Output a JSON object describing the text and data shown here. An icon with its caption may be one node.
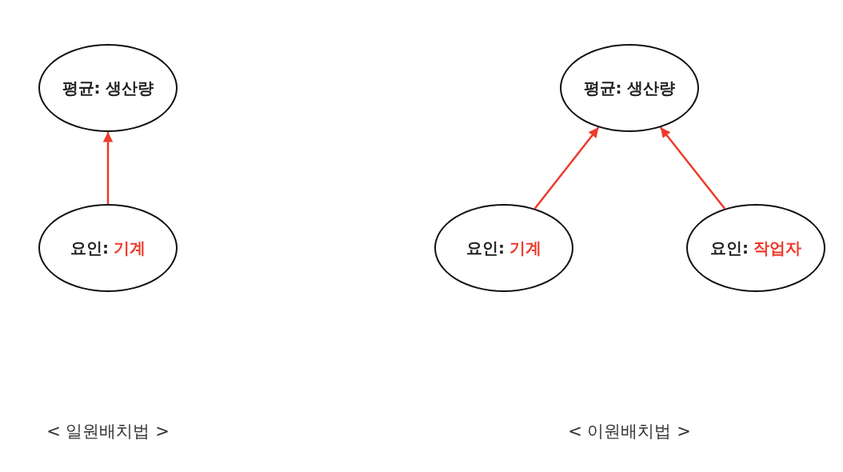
{
  "diagram": {
    "nodes": [
      {
        "text": [
          "평균: 생산량"
        ]
      },
      {
        "text": [
          "요인:",
          "기계"
        ]
      },
      {
        "text": [
          "평균: 생산량"
        ]
      },
      {
        "text": [
          "요인:",
          "기계"
        ]
      },
      {
        "text": [
          "요인:",
          "작업자"
        ]
      }
    ],
    "edges": [
      {
        "from": 1,
        "to": 0,
        "arrow": "to",
        "color": "#ee3b2b"
      },
      {
        "from": 3,
        "to": 2,
        "arrow": "to",
        "color": "#ee3b2b"
      },
      {
        "from": 4,
        "to": 2,
        "arrow": "to",
        "color": "#ee3b2b"
      }
    ],
    "labels": [
      "< 일원배치법 >",
      "< 이원배치법 >"
    ]
  }
}
